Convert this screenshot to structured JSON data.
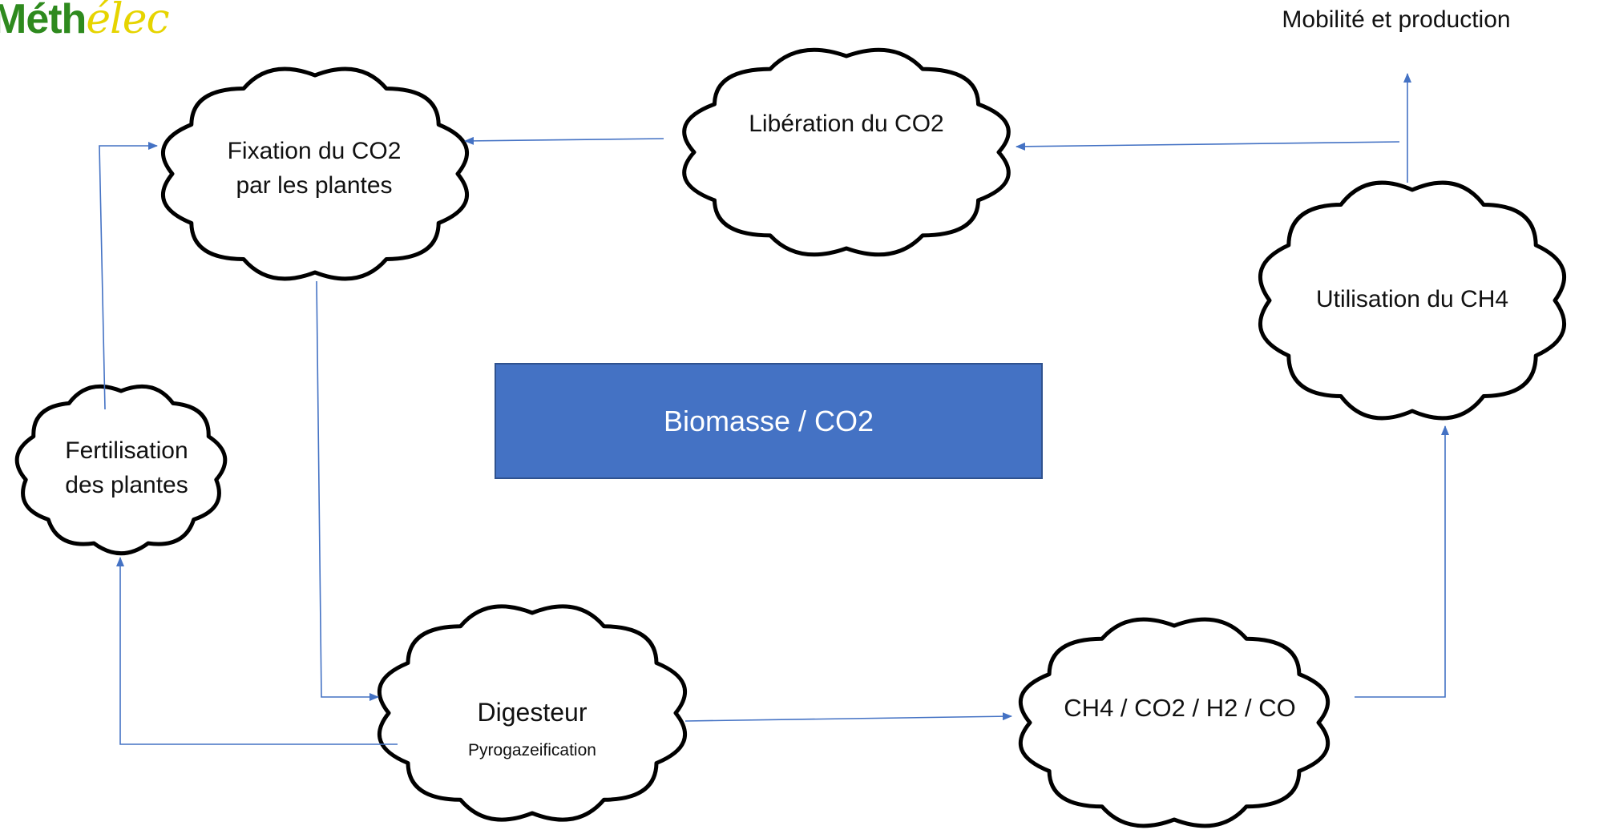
{
  "logo": {
    "part1": "Méth",
    "part2": "élec"
  },
  "nodes": {
    "fixation": {
      "line1": "Fixation du CO2",
      "line2": "par les plantes"
    },
    "liberation": {
      "line1": "Libération du CO2"
    },
    "utilisation": {
      "line1": "Utilisation du CH4"
    },
    "fertilisation": {
      "line1": "Fertilisation",
      "line2": "des plantes"
    },
    "digesteur": {
      "line1": "Digesteur",
      "sub": "Pyrogazeification"
    },
    "gas_mix": {
      "line1": "CH4 / CO2 / H2 / CO"
    }
  },
  "center_box": {
    "label": "Biomasse / CO2"
  },
  "outputs": {
    "mobilite": "Mobilité et production"
  },
  "colors": {
    "arrow": "#4472c4",
    "box": "#4472c4",
    "cloud_stroke": "#000000"
  }
}
